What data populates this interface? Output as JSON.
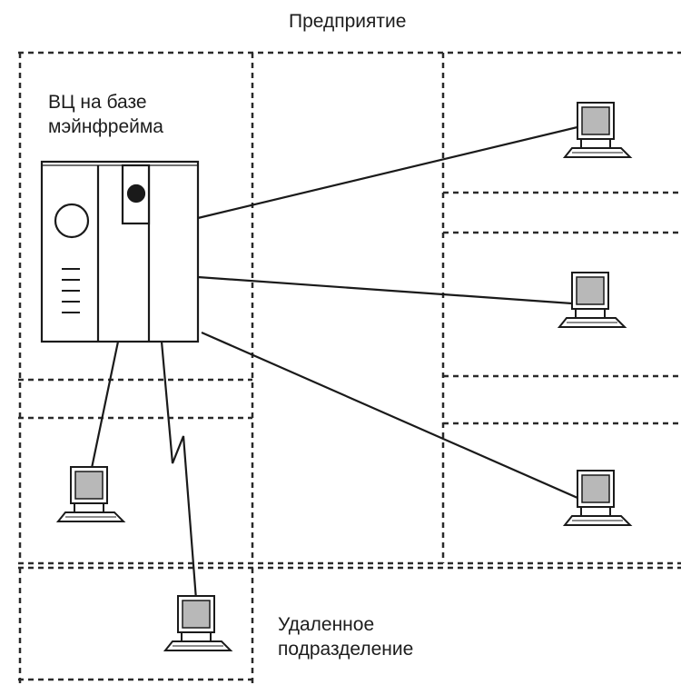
{
  "labels": {
    "enterprise": "Предприятие",
    "computing_center_line1": "ВЦ на базе",
    "computing_center_line2": "мэйнфрейма",
    "remote_unit_line1": "Удаленное",
    "remote_unit_line2": "подразделение"
  },
  "icons": {
    "mainframe": "mainframe-icon",
    "terminal": "terminal-icon"
  },
  "colors": {
    "line": "#1a1a1a",
    "terminal_screen": "#b8b8b8",
    "background": "#ffffff"
  }
}
